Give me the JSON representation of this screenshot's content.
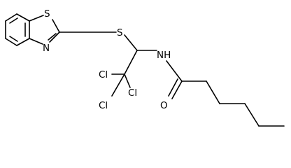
{
  "molecule": {
    "atom_labels": {
      "s_ring": "S",
      "n_ring": "N",
      "s_thioether": "S",
      "nh": "NH",
      "cl_1": "Cl",
      "cl_2": "Cl",
      "cl_3": "Cl",
      "o_carbonyl": "O"
    }
  }
}
